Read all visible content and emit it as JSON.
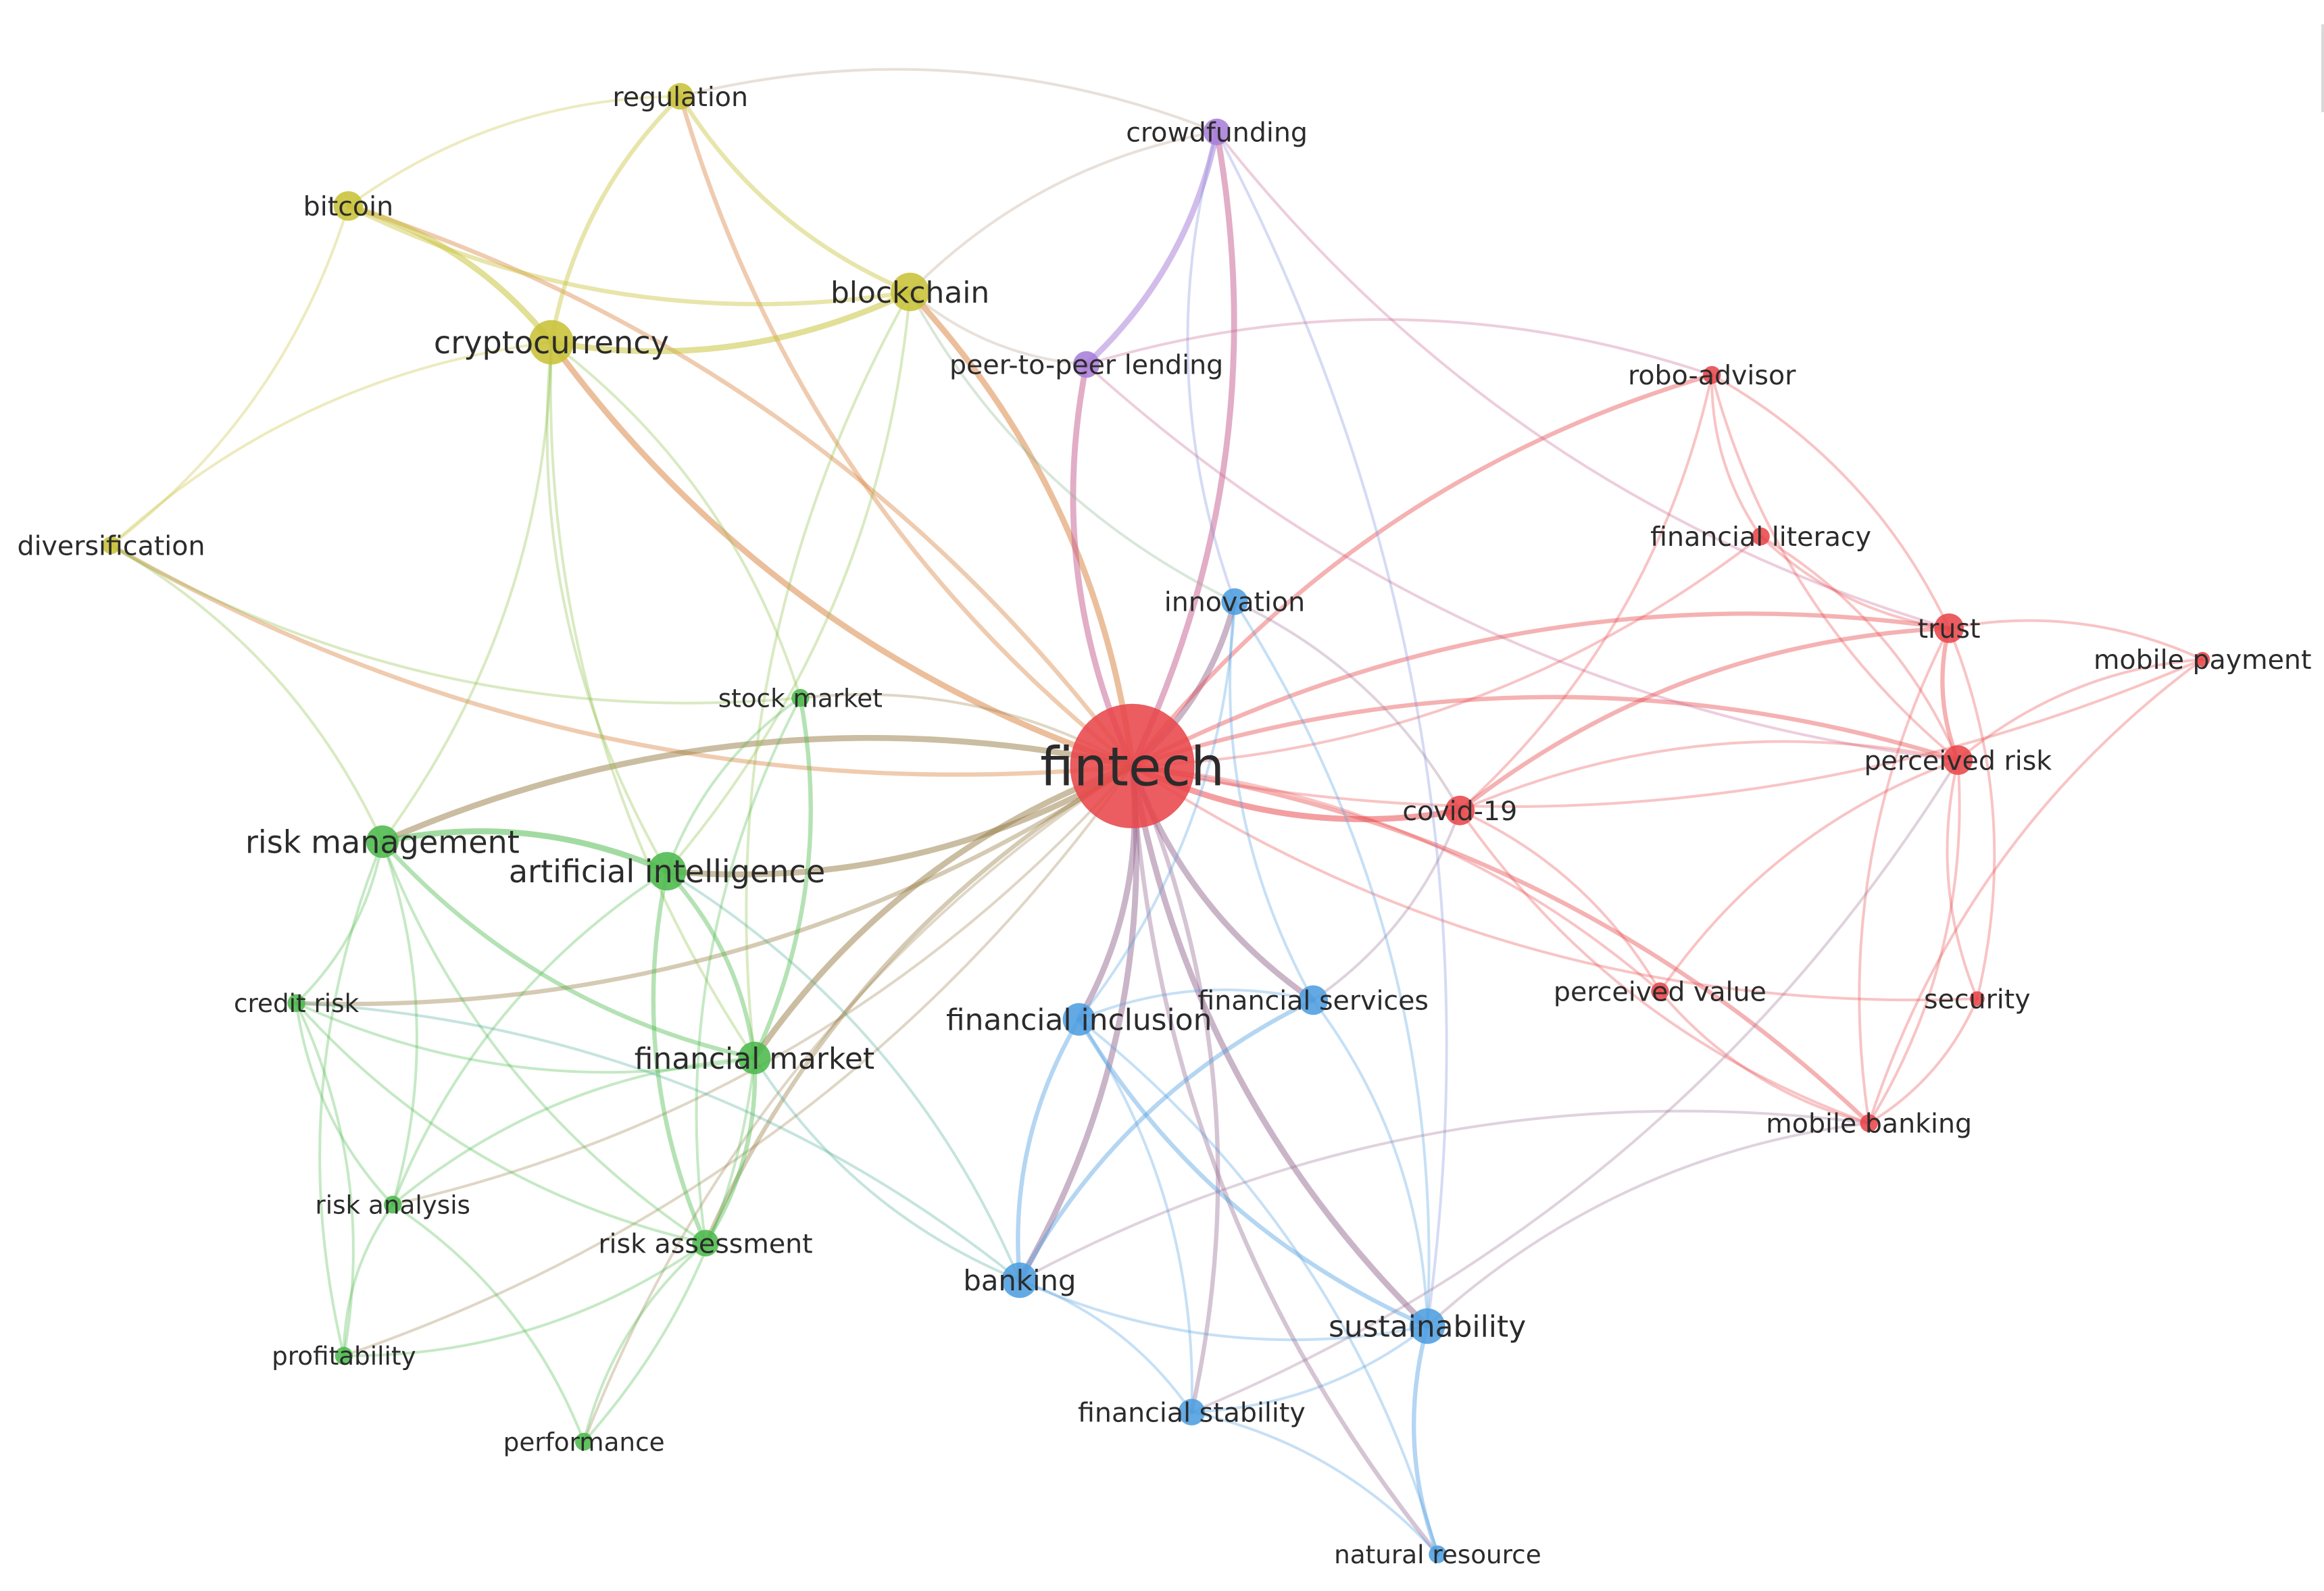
{
  "map": {
    "cluster_colors": {
      "red": "#e8474a",
      "green": "#4cba4c",
      "blue": "#4d9ee0",
      "yellow": "#c8c238",
      "purple": "#a97ed8"
    },
    "items": [
      {
        "id": "fintech",
        "label": "fintech",
        "cluster": "red"
      },
      {
        "id": "robo",
        "label": "robo-advisor",
        "cluster": "red"
      },
      {
        "id": "finlit",
        "label": "financial literacy",
        "cluster": "red"
      },
      {
        "id": "trust",
        "label": "trust",
        "cluster": "red"
      },
      {
        "id": "mobpay",
        "label": "mobile payment",
        "cluster": "red"
      },
      {
        "id": "percrisk",
        "label": "perceived risk",
        "cluster": "red"
      },
      {
        "id": "covid",
        "label": "covid-19",
        "cluster": "red"
      },
      {
        "id": "percval",
        "label": "perceived value",
        "cluster": "red"
      },
      {
        "id": "security",
        "label": "security",
        "cluster": "red"
      },
      {
        "id": "mobbank",
        "label": "mobile banking",
        "cluster": "red"
      },
      {
        "id": "riskmgmt",
        "label": "risk management",
        "cluster": "green"
      },
      {
        "id": "ai",
        "label": "artificial intelligence",
        "cluster": "green"
      },
      {
        "id": "stock",
        "label": "stock market",
        "cluster": "green"
      },
      {
        "id": "credit",
        "label": "credit risk",
        "cluster": "green"
      },
      {
        "id": "finmkt",
        "label": "financial market",
        "cluster": "green"
      },
      {
        "id": "riskan",
        "label": "risk analysis",
        "cluster": "green"
      },
      {
        "id": "riskas",
        "label": "risk assessment",
        "cluster": "green"
      },
      {
        "id": "profit",
        "label": "profitability",
        "cluster": "green"
      },
      {
        "id": "perf",
        "label": "performance",
        "cluster": "green"
      },
      {
        "id": "innov",
        "label": "innovation",
        "cluster": "blue"
      },
      {
        "id": "fininc",
        "label": "financial inclusion",
        "cluster": "blue"
      },
      {
        "id": "finserv",
        "label": "financial services",
        "cluster": "blue"
      },
      {
        "id": "banking",
        "label": "banking",
        "cluster": "blue"
      },
      {
        "id": "sustain",
        "label": "sustainability",
        "cluster": "blue"
      },
      {
        "id": "finstab",
        "label": "financial stability",
        "cluster": "blue"
      },
      {
        "id": "natres",
        "label": "natural resource",
        "cluster": "blue"
      },
      {
        "id": "regulation",
        "label": "regulation",
        "cluster": "yellow"
      },
      {
        "id": "bitcoin",
        "label": "bitcoin",
        "cluster": "yellow"
      },
      {
        "id": "crypto",
        "label": "cryptocurrency",
        "cluster": "yellow"
      },
      {
        "id": "blockchain",
        "label": "blockchain",
        "cluster": "yellow"
      },
      {
        "id": "divers",
        "label": "diversification",
        "cluster": "yellow"
      },
      {
        "id": "crowd",
        "label": "crowdfunding",
        "cluster": "purple"
      },
      {
        "id": "p2p",
        "label": "peer-to-peer lending",
        "cluster": "purple"
      }
    ],
    "links": [
      [
        "fintech",
        "crypto",
        3
      ],
      [
        "fintech",
        "blockchain",
        3
      ],
      [
        "fintech",
        "regulation",
        2
      ],
      [
        "fintech",
        "bitcoin",
        2
      ],
      [
        "fintech",
        "divers",
        2
      ],
      [
        "fintech",
        "crowd",
        3
      ],
      [
        "fintech",
        "p2p",
        3
      ],
      [
        "fintech",
        "innov",
        3
      ],
      [
        "fintech",
        "robo",
        2
      ],
      [
        "fintech",
        "finlit",
        1
      ],
      [
        "fintech",
        "trust",
        2
      ],
      [
        "fintech",
        "mobpay",
        1
      ],
      [
        "fintech",
        "percrisk",
        2
      ],
      [
        "fintech",
        "covid",
        3
      ],
      [
        "fintech",
        "percval",
        1
      ],
      [
        "fintech",
        "security",
        1
      ],
      [
        "fintech",
        "mobbank",
        2
      ],
      [
        "fintech",
        "riskmgmt",
        3
      ],
      [
        "fintech",
        "ai",
        3
      ],
      [
        "fintech",
        "stock",
        1
      ],
      [
        "fintech",
        "credit",
        2
      ],
      [
        "fintech",
        "finmkt",
        3
      ],
      [
        "fintech",
        "riskan",
        1
      ],
      [
        "fintech",
        "riskas",
        2
      ],
      [
        "fintech",
        "profit",
        1
      ],
      [
        "fintech",
        "perf",
        1
      ],
      [
        "fintech",
        "fininc",
        3
      ],
      [
        "fintech",
        "finserv",
        3
      ],
      [
        "fintech",
        "banking",
        3
      ],
      [
        "fintech",
        "sustain",
        3
      ],
      [
        "fintech",
        "finstab",
        2
      ],
      [
        "fintech",
        "natres",
        2
      ],
      [
        "bitcoin",
        "crypto",
        3
      ],
      [
        "bitcoin",
        "blockchain",
        2
      ],
      [
        "bitcoin",
        "regulation",
        1
      ],
      [
        "crypto",
        "blockchain",
        3
      ],
      [
        "crypto",
        "regulation",
        2
      ],
      [
        "regulation",
        "blockchain",
        2
      ],
      [
        "divers",
        "crypto",
        1
      ],
      [
        "divers",
        "bitcoin",
        1
      ],
      [
        "divers",
        "riskmgmt",
        1
      ],
      [
        "divers",
        "stock",
        1
      ],
      [
        "crypto",
        "stock",
        1
      ],
      [
        "crypto",
        "ai",
        1
      ],
      [
        "crypto",
        "riskmgmt",
        1
      ],
      [
        "crypto",
        "finmkt",
        1
      ],
      [
        "blockchain",
        "ai",
        1
      ],
      [
        "blockchain",
        "finmkt",
        1
      ],
      [
        "blockchain",
        "crowd",
        1
      ],
      [
        "blockchain",
        "p2p",
        1
      ],
      [
        "regulation",
        "crowd",
        1
      ],
      [
        "blockchain",
        "innov",
        1
      ],
      [
        "crowd",
        "p2p",
        3
      ],
      [
        "crowd",
        "innov",
        1
      ],
      [
        "crowd",
        "sustain",
        1
      ],
      [
        "crowd",
        "trust",
        1
      ],
      [
        "p2p",
        "robo",
        1
      ],
      [
        "p2p",
        "percrisk",
        1
      ],
      [
        "riskmgmt",
        "ai",
        3
      ],
      [
        "riskmgmt",
        "finmkt",
        2
      ],
      [
        "riskmgmt",
        "credit",
        1
      ],
      [
        "riskmgmt",
        "riskas",
        1
      ],
      [
        "riskmgmt",
        "riskan",
        1
      ],
      [
        "riskmgmt",
        "profit",
        1
      ],
      [
        "ai",
        "finmkt",
        2
      ],
      [
        "ai",
        "riskas",
        2
      ],
      [
        "ai",
        "stock",
        1
      ],
      [
        "ai",
        "riskan",
        1
      ],
      [
        "ai",
        "banking",
        1
      ],
      [
        "finmkt",
        "stock",
        2
      ],
      [
        "finmkt",
        "riskas",
        2
      ],
      [
        "finmkt",
        "riskan",
        1
      ],
      [
        "finmkt",
        "perf",
        1
      ],
      [
        "finmkt",
        "banking",
        1
      ],
      [
        "finmkt",
        "credit",
        1
      ],
      [
        "credit",
        "riskan",
        1
      ],
      [
        "credit",
        "profit",
        1
      ],
      [
        "credit",
        "riskas",
        1
      ],
      [
        "credit",
        "banking",
        1
      ],
      [
        "riskas",
        "perf",
        1
      ],
      [
        "riskas",
        "profit",
        1
      ],
      [
        "riskan",
        "profit",
        1
      ],
      [
        "riskan",
        "perf",
        1
      ],
      [
        "stock",
        "riskas",
        1
      ],
      [
        "innov",
        "fininc",
        1
      ],
      [
        "innov",
        "finserv",
        1
      ],
      [
        "innov",
        "sustain",
        1
      ],
      [
        "fininc",
        "banking",
        2
      ],
      [
        "fininc",
        "finserv",
        1
      ],
      [
        "fininc",
        "sustain",
        2
      ],
      [
        "fininc",
        "finstab",
        1
      ],
      [
        "finserv",
        "banking",
        2
      ],
      [
        "finserv",
        "sustain",
        1
      ],
      [
        "banking",
        "sustain",
        1
      ],
      [
        "banking",
        "finstab",
        1
      ],
      [
        "sustain",
        "natres",
        2
      ],
      [
        "finstab",
        "natres",
        1
      ],
      [
        "finstab",
        "sustain",
        1
      ],
      [
        "fininc",
        "natres",
        1
      ],
      [
        "robo",
        "finlit",
        1
      ],
      [
        "robo",
        "trust",
        1
      ],
      [
        "robo",
        "percrisk",
        1
      ],
      [
        "robo",
        "covid",
        1
      ],
      [
        "finlit",
        "trust",
        1
      ],
      [
        "finlit",
        "percrisk",
        1
      ],
      [
        "trust",
        "percrisk",
        2
      ],
      [
        "trust",
        "mobpay",
        1
      ],
      [
        "trust",
        "covid",
        2
      ],
      [
        "trust",
        "security",
        1
      ],
      [
        "trust",
        "mobbank",
        1
      ],
      [
        "percrisk",
        "mobpay",
        1
      ],
      [
        "percrisk",
        "security",
        1
      ],
      [
        "percrisk",
        "mobbank",
        1
      ],
      [
        "percrisk",
        "percval",
        1
      ],
      [
        "covid",
        "percval",
        1
      ],
      [
        "covid",
        "mobbank",
        1
      ],
      [
        "covid",
        "percrisk",
        1
      ],
      [
        "percval",
        "mobbank",
        1
      ],
      [
        "security",
        "mobbank",
        1
      ],
      [
        "mobpay",
        "mobbank",
        1
      ],
      [
        "innov",
        "covid",
        1
      ],
      [
        "finserv",
        "covid",
        1
      ],
      [
        "sustain",
        "mobbank",
        1
      ],
      [
        "finstab",
        "percrisk",
        1
      ],
      [
        "banking",
        "mobbank",
        1
      ]
    ]
  }
}
